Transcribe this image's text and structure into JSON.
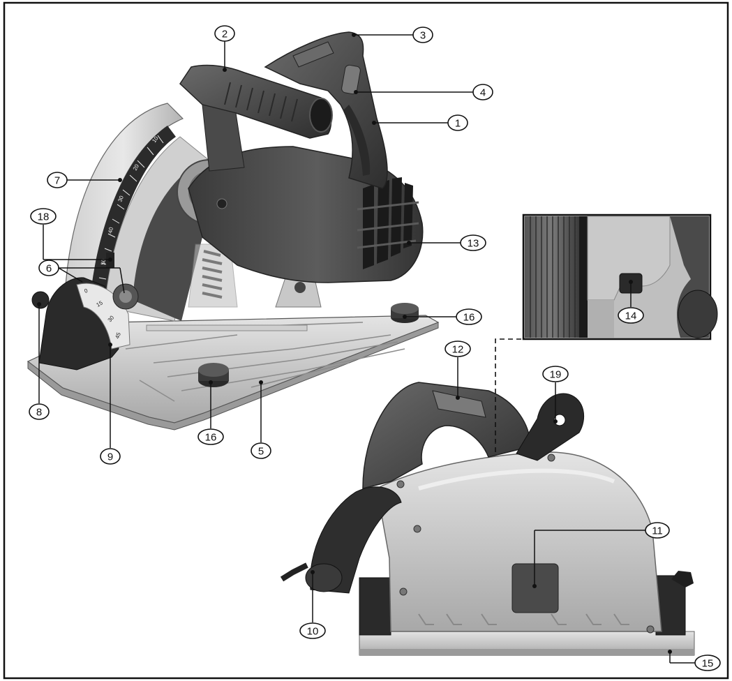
{
  "callouts": [
    {
      "id": "1",
      "text": "1"
    },
    {
      "id": "2",
      "text": "2"
    },
    {
      "id": "3",
      "text": "3"
    },
    {
      "id": "4",
      "text": "4"
    },
    {
      "id": "5",
      "text": "5"
    },
    {
      "id": "6",
      "text": "6"
    },
    {
      "id": "7",
      "text": "7"
    },
    {
      "id": "8",
      "text": "8"
    },
    {
      "id": "9",
      "text": "9"
    },
    {
      "id": "10",
      "text": "10"
    },
    {
      "id": "11",
      "text": "11"
    },
    {
      "id": "12",
      "text": "12"
    },
    {
      "id": "13",
      "text": "13"
    },
    {
      "id": "14",
      "text": "14"
    },
    {
      "id": "15",
      "text": "15"
    },
    {
      "id": "16a",
      "text": "16"
    },
    {
      "id": "16b",
      "text": "16"
    },
    {
      "id": "18",
      "text": "18"
    },
    {
      "id": "19",
      "text": "19"
    }
  ],
  "scale_marks": [
    "10",
    "20",
    "30",
    "40",
    "50"
  ],
  "bevel_marks": [
    "0",
    "15",
    "30",
    "45"
  ],
  "colors": {
    "frame": "#111111",
    "body_dark": "#3c3c3c",
    "body_mid": "#6e6e6e",
    "aluminium": "#bdbdbd",
    "aluminium_light": "#dcdcdc",
    "rubber": "#2a2a2a"
  }
}
